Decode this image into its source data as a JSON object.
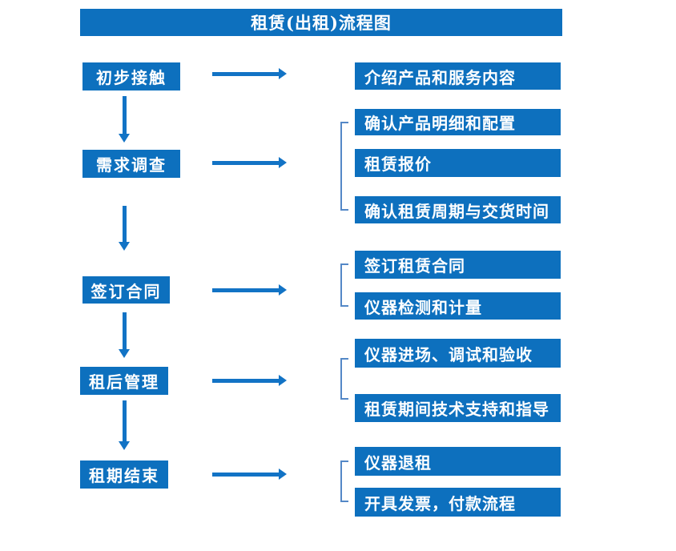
{
  "title": "租赁(出租)流程图",
  "colors": {
    "primary": "#0d70be",
    "arrow": "#1273c5",
    "bracket": "#5488c7",
    "text_on_primary": "#ffffff",
    "background": "#ffffff"
  },
  "steps": [
    {
      "label": "初步接触",
      "children": [
        "介绍产品和服务内容"
      ]
    },
    {
      "label": "需求调查",
      "children": [
        "确认产品明细和配置",
        "租赁报价",
        "确认租赁周期与交货时间"
      ]
    },
    {
      "label": "签订合同",
      "children": [
        "签订租赁合同",
        "仪器检测和计量"
      ]
    },
    {
      "label": "租后管理",
      "children": [
        "仪器进场、调试和验收",
        "租赁期间技术支持和指导"
      ]
    },
    {
      "label": "租期结束",
      "children": [
        "仪器退租",
        "开具发票，付款流程"
      ]
    }
  ]
}
